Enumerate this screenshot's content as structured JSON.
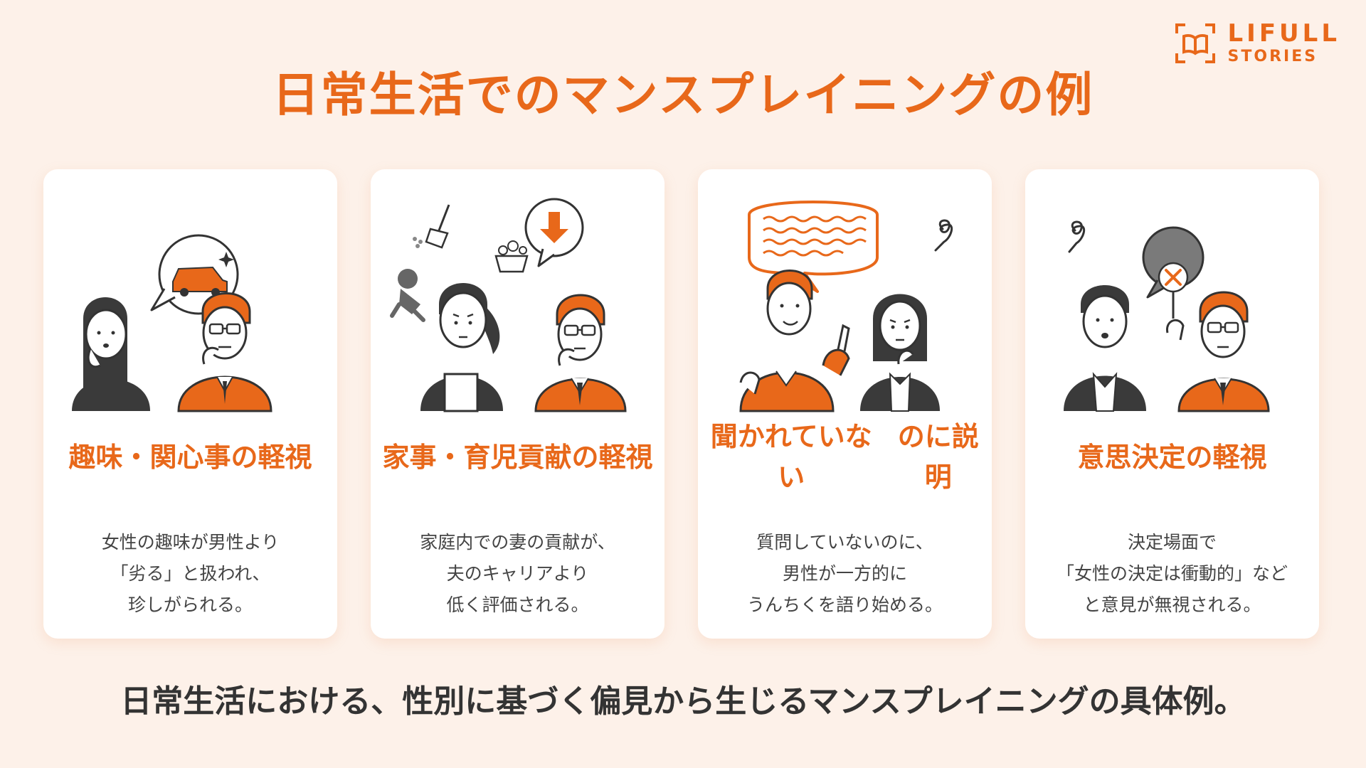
{
  "brand": {
    "name": "LIFULL",
    "sub": "STORIES",
    "accent": "#e8681a"
  },
  "title": "日常生活でのマンスプレイニングの例",
  "cards": [
    {
      "illustration": "woman-hobby-car-bubble-man-thinking",
      "title_lines": [
        "趣味・関心事の",
        "軽視"
      ],
      "desc_lines": [
        "女性の趣味が男性より",
        "「劣る」と扱われ、",
        "珍しがられる。"
      ]
    },
    {
      "illustration": "woman-housework-childcare-man-down-arrow",
      "title_lines": [
        "家事・育児",
        "貢献の軽視"
      ],
      "desc_lines": [
        "家庭内での妻の貢献が、",
        "夫のキャリアより",
        "低く評価される。"
      ]
    },
    {
      "illustration": "man-explaining-woman-confused",
      "title_lines": [
        "聞かれていない",
        "のに説明"
      ],
      "desc_lines": [
        "質問していないのに、",
        "男性が一方的に",
        "うんちくを語り始める。"
      ]
    },
    {
      "illustration": "woman-decision-man-x-sign",
      "title_lines": [
        "意思決定の軽視"
      ],
      "desc_lines": [
        "決定場面で",
        "「女性の決定は衝動的」など",
        "と意見が無視される。"
      ]
    }
  ],
  "caption": "日常生活における、性別に基づく偏見から生じるマンスプレイニングの具体例。"
}
